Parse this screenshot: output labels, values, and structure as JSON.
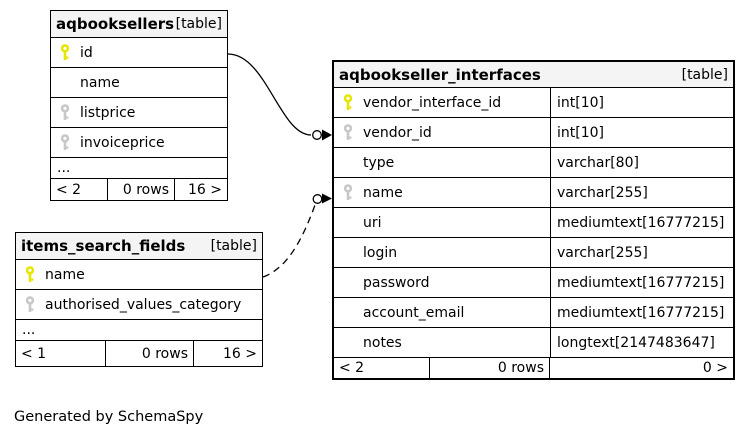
{
  "colors": {
    "primary_key": "#e6e600",
    "index_key": "#c8c8c8",
    "header_bg": "#f4f4f4",
    "border": "#000000",
    "background": "#ffffff"
  },
  "note": "Generated by SchemaSpy",
  "tables": {
    "aqbooksellers": {
      "name": "aqbooksellers",
      "tag": "[table]",
      "columns": [
        {
          "name": "id",
          "key": "primary"
        },
        {
          "name": "name",
          "key": "none"
        },
        {
          "name": "listprice",
          "key": "index"
        },
        {
          "name": "invoiceprice",
          "key": "index"
        }
      ],
      "ellipsis": "...",
      "footer": {
        "prev": "< 2",
        "rows": "0 rows",
        "next": "16 >"
      }
    },
    "items_search_fields": {
      "name": "items_search_fields",
      "tag": "[table]",
      "columns": [
        {
          "name": "name",
          "key": "primary"
        },
        {
          "name": "authorised_values_category",
          "key": "index"
        }
      ],
      "ellipsis": "...",
      "footer": {
        "prev": "< 1",
        "rows": "0 rows",
        "next": "16 >"
      }
    },
    "aqbookseller_interfaces": {
      "name": "aqbookseller_interfaces",
      "tag": "[table]",
      "columns": [
        {
          "name": "vendor_interface_id",
          "type": "int[10]",
          "key": "primary"
        },
        {
          "name": "vendor_id",
          "type": "int[10]",
          "key": "index"
        },
        {
          "name": "type",
          "type": "varchar[80]",
          "key": "none"
        },
        {
          "name": "name",
          "type": "varchar[255]",
          "key": "index"
        },
        {
          "name": "uri",
          "type": "mediumtext[16777215]",
          "key": "none"
        },
        {
          "name": "login",
          "type": "varchar[255]",
          "key": "none"
        },
        {
          "name": "password",
          "type": "mediumtext[16777215]",
          "key": "none"
        },
        {
          "name": "account_email",
          "type": "mediumtext[16777215]",
          "key": "none"
        },
        {
          "name": "notes",
          "type": "longtext[2147483647]",
          "key": "none"
        }
      ],
      "footer": {
        "prev": "< 2",
        "rows": "0 rows",
        "next": "0 >"
      }
    }
  },
  "relationships": [
    {
      "from": "aqbooksellers.id",
      "to": "aqbookseller_interfaces.vendor_id",
      "style": "solid"
    },
    {
      "from": "items_search_fields.name",
      "to": "aqbookseller_interfaces.name",
      "style": "dashed"
    }
  ]
}
